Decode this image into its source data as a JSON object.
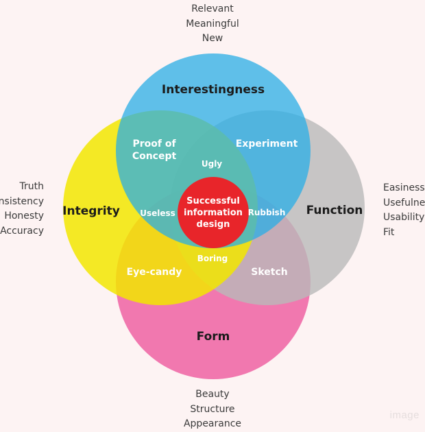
{
  "circles": [
    {
      "id": "interestingness",
      "label": "Interestingness",
      "color": "#29aee6"
    },
    {
      "id": "integrity",
      "label": "Integrity",
      "color": "#f2e600"
    },
    {
      "id": "function",
      "label": "Function",
      "color": "#b9b9b9"
    },
    {
      "id": "form",
      "label": "Form",
      "color": "#ee5da0"
    }
  ],
  "regions": {
    "proof_of_concept": [
      "Proof of",
      "Concept"
    ],
    "experiment": "Experiment",
    "ugly": "Ugly",
    "useless": "Useless",
    "center": [
      "Successful",
      "information",
      "design"
    ],
    "rubbish": "Rubbish",
    "boring": "Boring",
    "eye_candy": "Eye-candy",
    "sketch": "Sketch"
  },
  "lists": {
    "interestingness": [
      "Relevant",
      "Meaningful",
      "New"
    ],
    "integrity": [
      "Truth",
      "Consistency",
      "Honesty",
      "Accuracy"
    ],
    "function": [
      "Easiness",
      "Usefulness",
      "Usability",
      "Fit"
    ],
    "form": [
      "Beauty",
      "Structure",
      "Appearance"
    ]
  },
  "colors": {
    "center": "#e8252a",
    "ugly": "#5c9a36",
    "useless": "#f07a1a",
    "rubbish": "#6f3a9e",
    "boring": "#c79a3a"
  },
  "watermark": "image"
}
